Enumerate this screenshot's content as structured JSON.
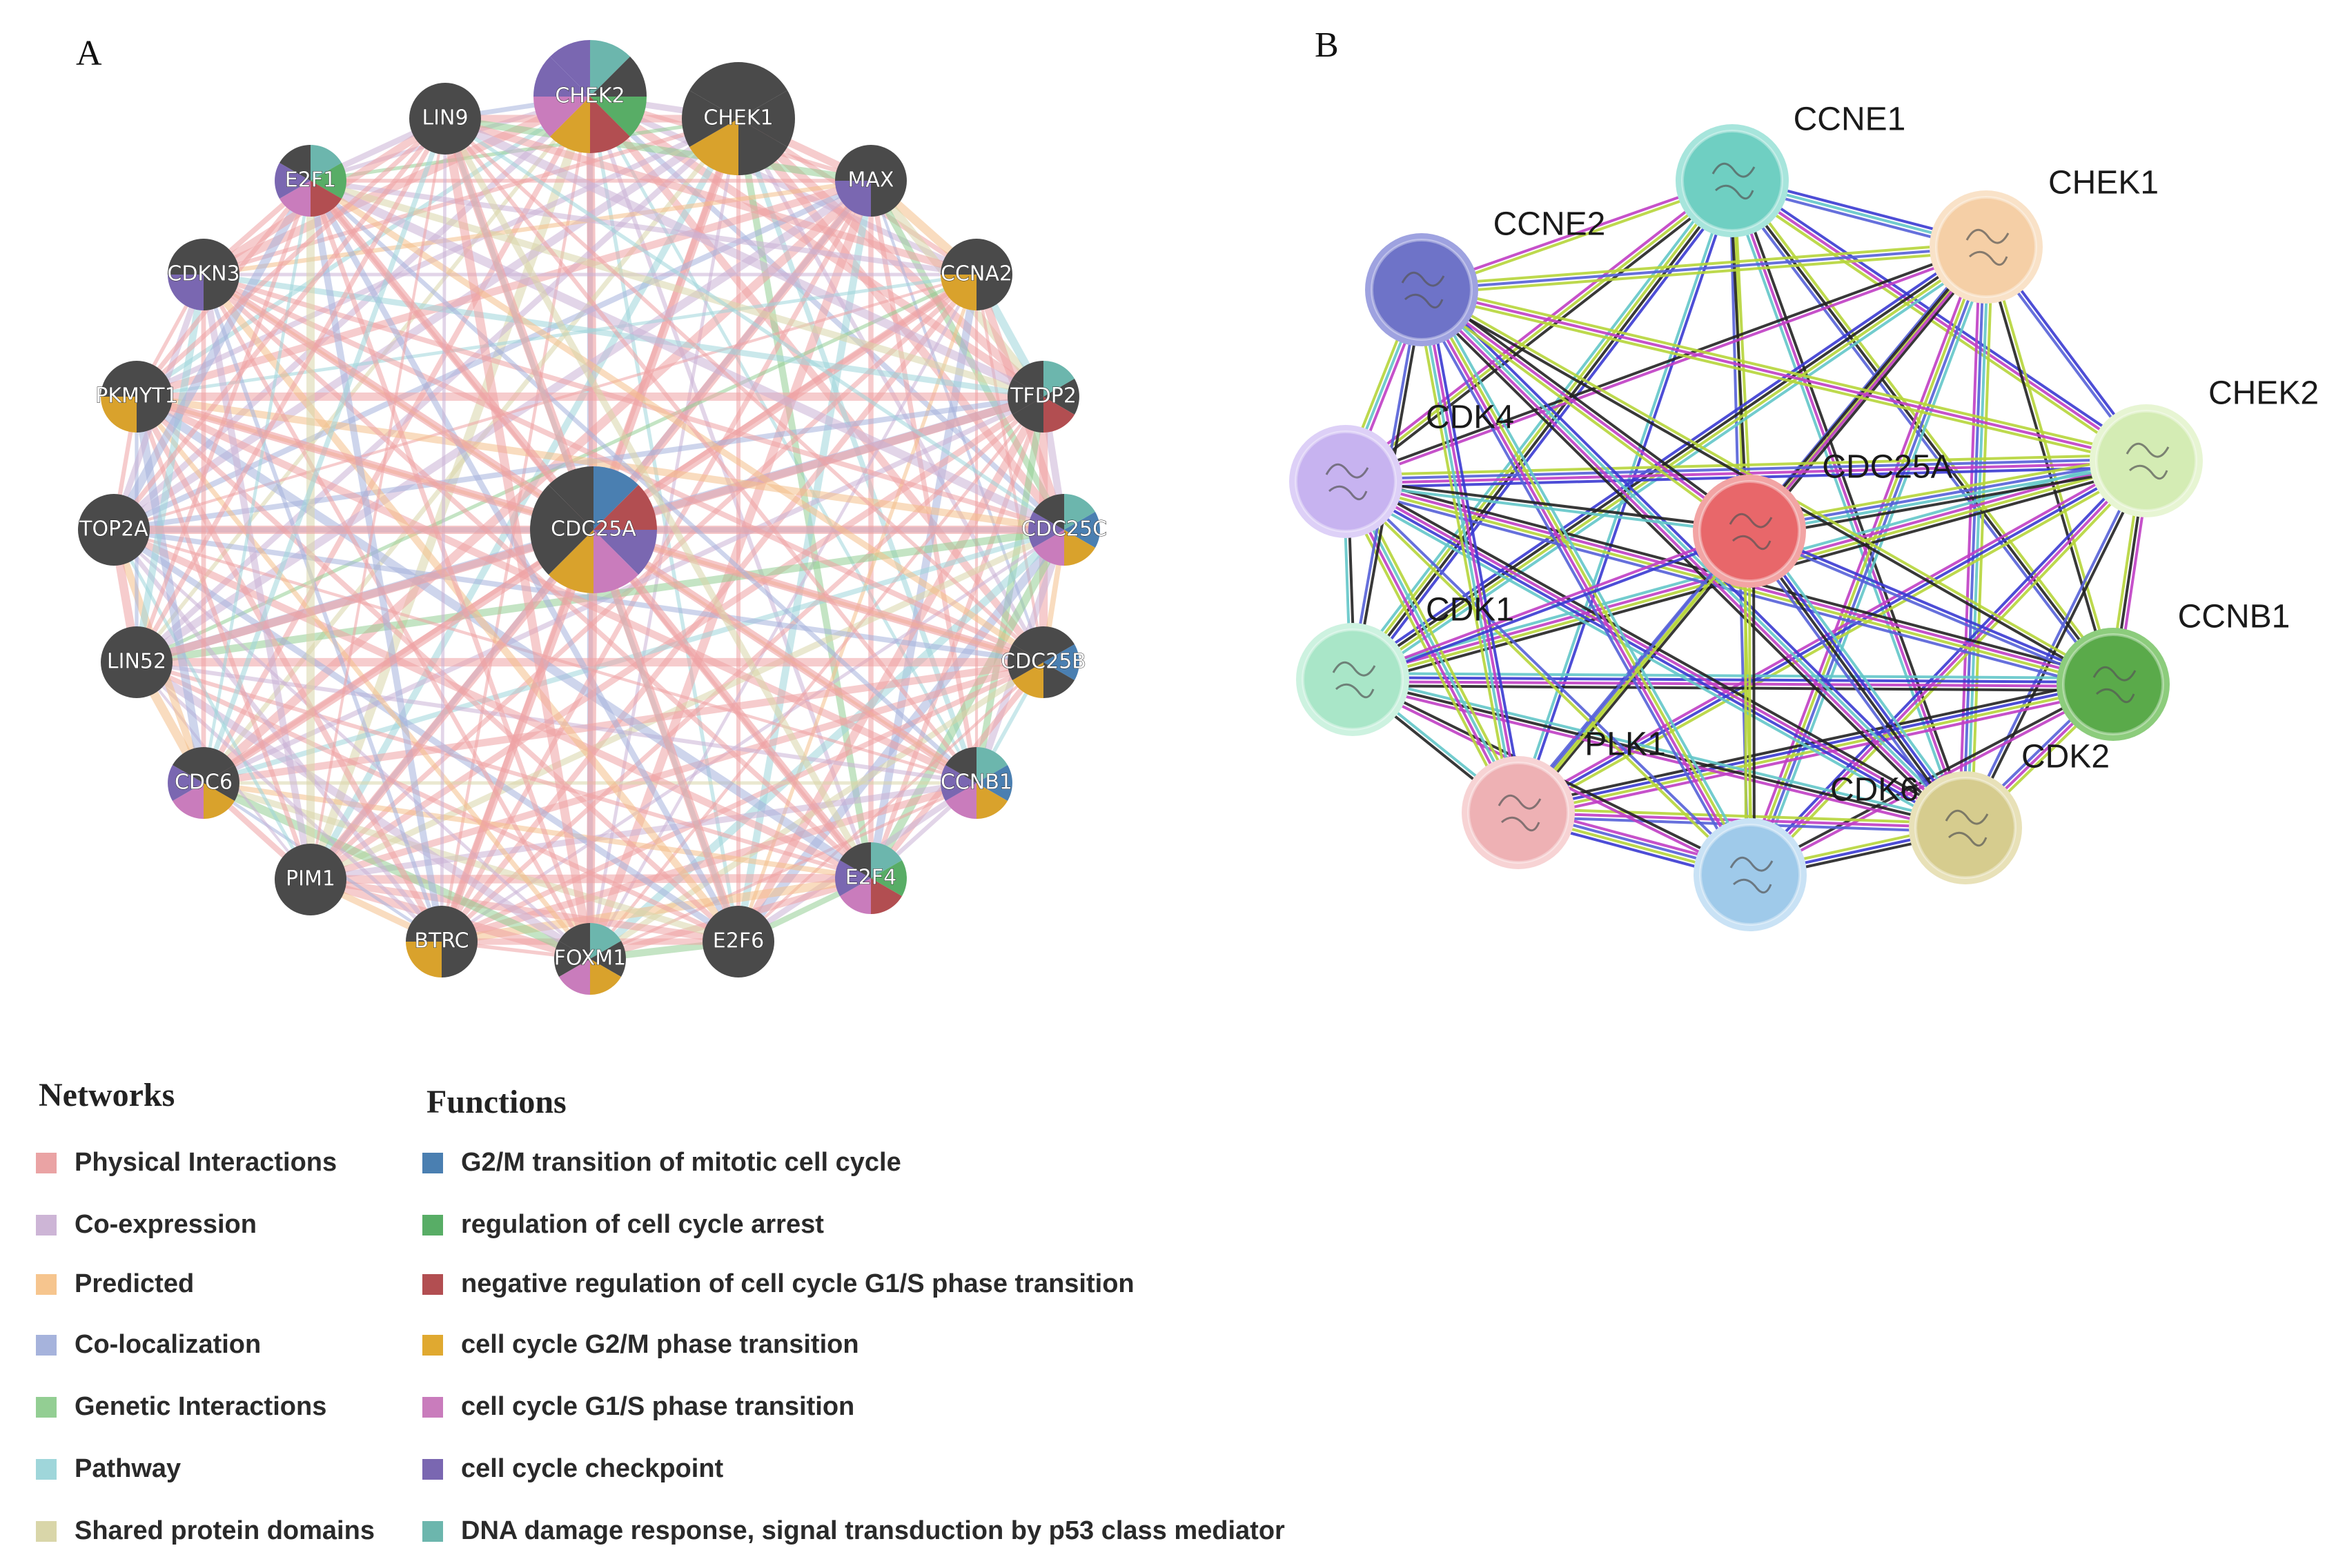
{
  "panel_a": {
    "letter": "A",
    "center": {
      "label": "CDC25A",
      "funcs": [
        "blue",
        "red",
        "purple",
        "pink",
        "yellow",
        "grey",
        "grey",
        "grey"
      ]
    },
    "nodes": [
      {
        "label": "CHEK2",
        "big": true,
        "funcs": [
          "teal",
          "grey",
          "green",
          "red",
          "yellow",
          "pink",
          "purple",
          "purple"
        ]
      },
      {
        "label": "CHEK1",
        "big": true,
        "funcs": [
          "grey",
          "grey",
          "grey",
          "yellow",
          "grey",
          "grey"
        ]
      },
      {
        "label": "MAX",
        "funcs": [
          "grey",
          "grey",
          "purple",
          "grey"
        ]
      },
      {
        "label": "CCNA2",
        "funcs": [
          "grey",
          "grey",
          "yellow",
          "grey"
        ]
      },
      {
        "label": "TFDP2",
        "funcs": [
          "teal",
          "grey",
          "red",
          "grey",
          "grey",
          "grey"
        ]
      },
      {
        "label": "CDC25C",
        "funcs": [
          "teal",
          "blue",
          "yellow",
          "pink",
          "purple",
          "grey"
        ]
      },
      {
        "label": "CDC25B",
        "funcs": [
          "grey",
          "blue",
          "grey",
          "yellow",
          "grey",
          "grey"
        ]
      },
      {
        "label": "CCNB1",
        "funcs": [
          "teal",
          "blue",
          "yellow",
          "pink",
          "purple",
          "grey"
        ]
      },
      {
        "label": "E2F4",
        "funcs": [
          "teal",
          "green",
          "red",
          "pink",
          "purple",
          "grey"
        ]
      },
      {
        "label": "E2F6",
        "funcs": [
          "grey"
        ]
      },
      {
        "label": "FOXM1",
        "funcs": [
          "teal",
          "grey",
          "yellow",
          "pink",
          "grey",
          "grey"
        ]
      },
      {
        "label": "BTRC",
        "funcs": [
          "grey",
          "grey",
          "yellow",
          "grey"
        ]
      },
      {
        "label": "PIM1",
        "funcs": [
          "grey"
        ]
      },
      {
        "label": "CDC6",
        "funcs": [
          "grey",
          "grey",
          "yellow",
          "pink",
          "purple",
          "grey"
        ]
      },
      {
        "label": "LIN52",
        "funcs": [
          "grey"
        ]
      },
      {
        "label": "TOP2A",
        "funcs": [
          "grey",
          "grey",
          "grey",
          "grey"
        ]
      },
      {
        "label": "PKMYT1",
        "funcs": [
          "grey",
          "grey",
          "yellow",
          "grey"
        ]
      },
      {
        "label": "CDKN3",
        "funcs": [
          "grey",
          "grey",
          "purple",
          "grey"
        ]
      },
      {
        "label": "E2F1",
        "funcs": [
          "teal",
          "green",
          "red",
          "pink",
          "purple",
          "grey"
        ]
      },
      {
        "label": "LIN9",
        "funcs": [
          "grey"
        ]
      }
    ]
  },
  "panel_b": {
    "letter": "B",
    "center": {
      "label": "CDC25A",
      "color": "#e8676a",
      "ring": "#f2a4a4"
    },
    "nodes": [
      {
        "label": "CCNE1",
        "color": "#6fcfc2",
        "ring": "#a7e5dc"
      },
      {
        "label": "CHEK1",
        "color": "#f5cfa6",
        "ring": "#f9e2c8"
      },
      {
        "label": "CHEK2",
        "color": "#d4ecb4",
        "ring": "#e7f5d3"
      },
      {
        "label": "CCNB1",
        "color": "#5aaa4a",
        "ring": "#8ccc7c"
      },
      {
        "label": "CDK2",
        "color": "#d6cc8e",
        "ring": "#e8e1b8"
      },
      {
        "label": "CDK6",
        "color": "#9fcaea",
        "ring": "#c9e2f5"
      },
      {
        "label": "PLK1",
        "color": "#eeb1b4",
        "ring": "#f7d3d4"
      },
      {
        "label": "CDK1",
        "color": "#a9e6c8",
        "ring": "#cdf2e0"
      },
      {
        "label": "CDK4",
        "color": "#c7b3f0",
        "ring": "#ddd0f7"
      },
      {
        "label": "CCNE2",
        "color": "#6e73c8",
        "ring": "#9ea2e0"
      }
    ]
  },
  "legend": {
    "networks_title": "Networks",
    "functions_title": "Functions",
    "networks": [
      {
        "label": "Physical Interactions",
        "color": "#eaa3a4"
      },
      {
        "label": "Co-expression",
        "color": "#cdb5d6"
      },
      {
        "label": "Predicted",
        "color": "#f6c58e"
      },
      {
        "label": "Co-localization",
        "color": "#a6b3dc"
      },
      {
        "label": "Genetic Interactions",
        "color": "#93ce93"
      },
      {
        "label": "Pathway",
        "color": "#9fd6da"
      },
      {
        "label": "Shared protein domains",
        "color": "#d9d6a9"
      }
    ],
    "functions": [
      {
        "label": "G2/M transition of mitotic cell cycle",
        "color": "#4a7fb1"
      },
      {
        "label": "regulation of cell cycle arrest",
        "color": "#58ad66"
      },
      {
        "label": "negative regulation of cell cycle G1/S phase transition",
        "color": "#b24e51"
      },
      {
        "label": "cell cycle G2/M phase transition",
        "color": "#e0a930"
      },
      {
        "label": "cell cycle G1/S phase transition",
        "color": "#c97cbc"
      },
      {
        "label": "cell cycle checkpoint",
        "color": "#7a67b1"
      },
      {
        "label": "DNA damage response, signal transduction by p53 class mediator",
        "color": "#6cb6ad"
      }
    ]
  },
  "func_colors": {
    "blue": "#4a7fb1",
    "green": "#58ad66",
    "red": "#b24e51",
    "yellow": "#d9a22c",
    "pink": "#c97cbc",
    "purple": "#7a67b1",
    "teal": "#6cb6ad",
    "grey": "#4a4a4a"
  }
}
